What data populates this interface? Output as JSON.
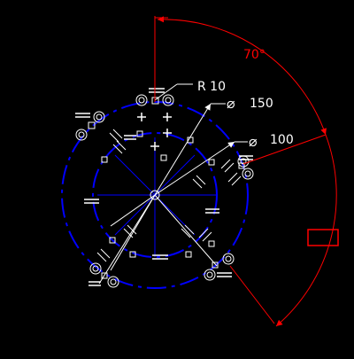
{
  "viewport": {
    "background": "#000000"
  },
  "colors": {
    "geometry": "#0000ff",
    "centerline": "#0000ff",
    "dimension_text": "#ffffff",
    "dimension_lines": "#ffffff",
    "angle_dimension": "#ff0000",
    "constraint_icons": "#ffffff"
  },
  "dimensions": {
    "radius_label": "R 10",
    "diameter_outer_label": "150",
    "diameter_inner_label": "100",
    "diameter_symbol": "⌀",
    "angle_label": "70°"
  },
  "icons": {
    "coincident": "double-circle-marker",
    "fixed": "small-square-marker",
    "parallel": "double-line-marker",
    "perpendicular": "cross-marker",
    "angle_value_box": "rectangle-marker"
  }
}
